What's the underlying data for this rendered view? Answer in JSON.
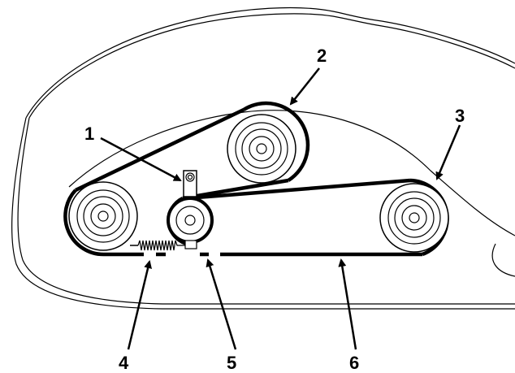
{
  "callouts": [
    {
      "id": "1",
      "label": "1"
    },
    {
      "id": "2",
      "label": "2"
    },
    {
      "id": "3",
      "label": "3"
    },
    {
      "id": "4",
      "label": "4"
    },
    {
      "id": "5",
      "label": "5"
    },
    {
      "id": "6",
      "label": "6"
    }
  ],
  "colors": {
    "line": "#000000",
    "background": "#ffffff"
  },
  "icons": {
    "pulley": "pulley-icon",
    "idler": "idler-pulley-icon",
    "spring": "spring-icon",
    "belt": "belt-icon"
  }
}
